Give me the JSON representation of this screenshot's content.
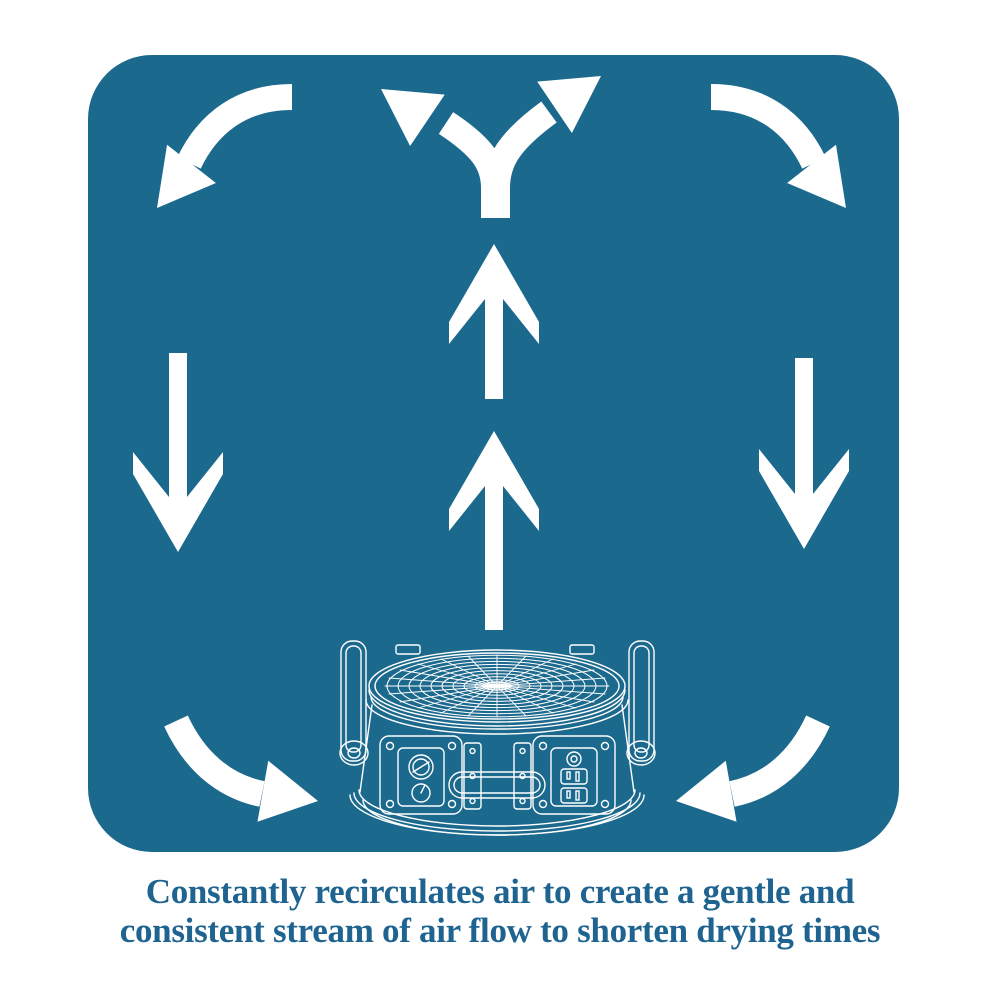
{
  "page": {
    "background": "#ffffff"
  },
  "panel": {
    "background": "#1C698E"
  },
  "arrows": {
    "color": "#ffffff",
    "items": [
      {
        "name": "split-arrow-up",
        "direction": "stem splits into up-left and up-right arrowheads"
      },
      {
        "name": "curved-arrow-top-left",
        "direction": "curves from center down toward lower-left"
      },
      {
        "name": "curved-arrow-top-right",
        "direction": "curves from center down toward lower-right"
      },
      {
        "name": "straight-arrow-up-upper",
        "direction": "up"
      },
      {
        "name": "straight-arrow-up-lower",
        "direction": "up"
      },
      {
        "name": "straight-arrow-down-left",
        "direction": "down"
      },
      {
        "name": "straight-arrow-down-right",
        "direction": "down"
      },
      {
        "name": "curved-arrow-bottom-left",
        "direction": "curves right toward fan"
      },
      {
        "name": "curved-arrow-bottom-right",
        "direction": "curves left toward fan"
      }
    ]
  },
  "illustration": {
    "name": "air-mover-fan-line-art",
    "line_color": "#ffffff"
  },
  "caption": {
    "color": "#1F6490",
    "line1": "Constantly recirculates air to create a gentle and",
    "line2": "consistent stream of air flow to shorten drying times",
    "full_text": "Constantly recirculates air to create a gentle and consistent stream of air flow to shorten drying times"
  }
}
